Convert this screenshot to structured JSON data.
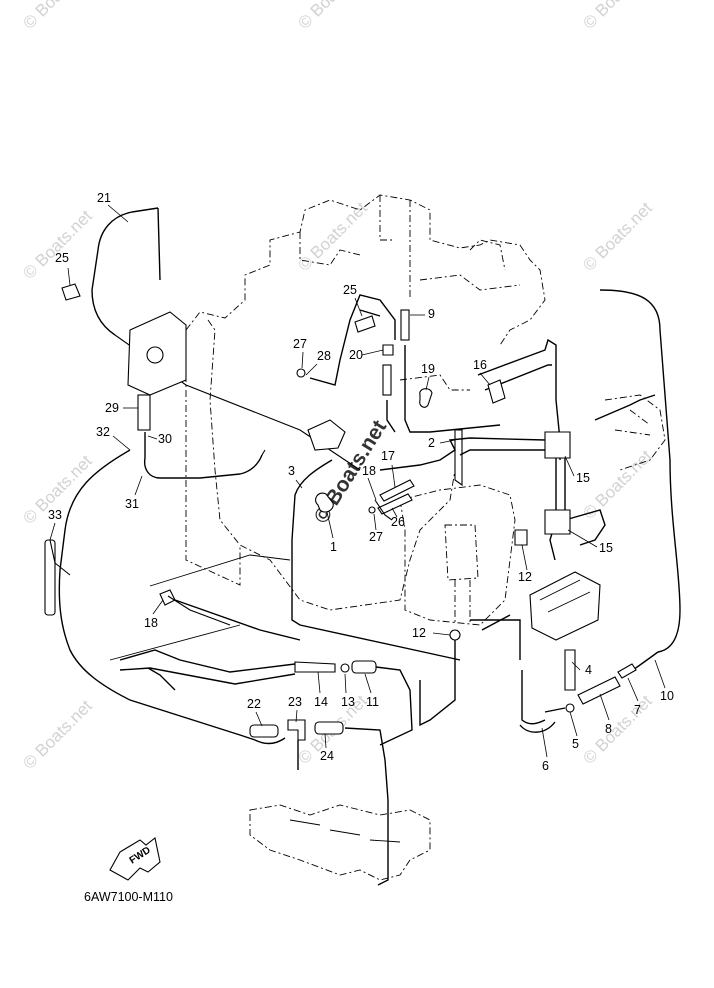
{
  "watermark": {
    "text": "© Boats.net",
    "center_text": "© Boats.net"
  },
  "callouts": [
    "1",
    "2",
    "3",
    "4",
    "5",
    "6",
    "7",
    "8",
    "9",
    "10",
    "11",
    "12",
    "12",
    "13",
    "14",
    "15",
    "15",
    "16",
    "17",
    "18",
    "18",
    "19",
    "20",
    "21",
    "22",
    "23",
    "24",
    "25",
    "25",
    "26",
    "27",
    "27",
    "28",
    "29",
    "30",
    "31",
    "32",
    "33"
  ],
  "fwd_label": "FWD",
  "diagram_code": "6AW7100-M110"
}
